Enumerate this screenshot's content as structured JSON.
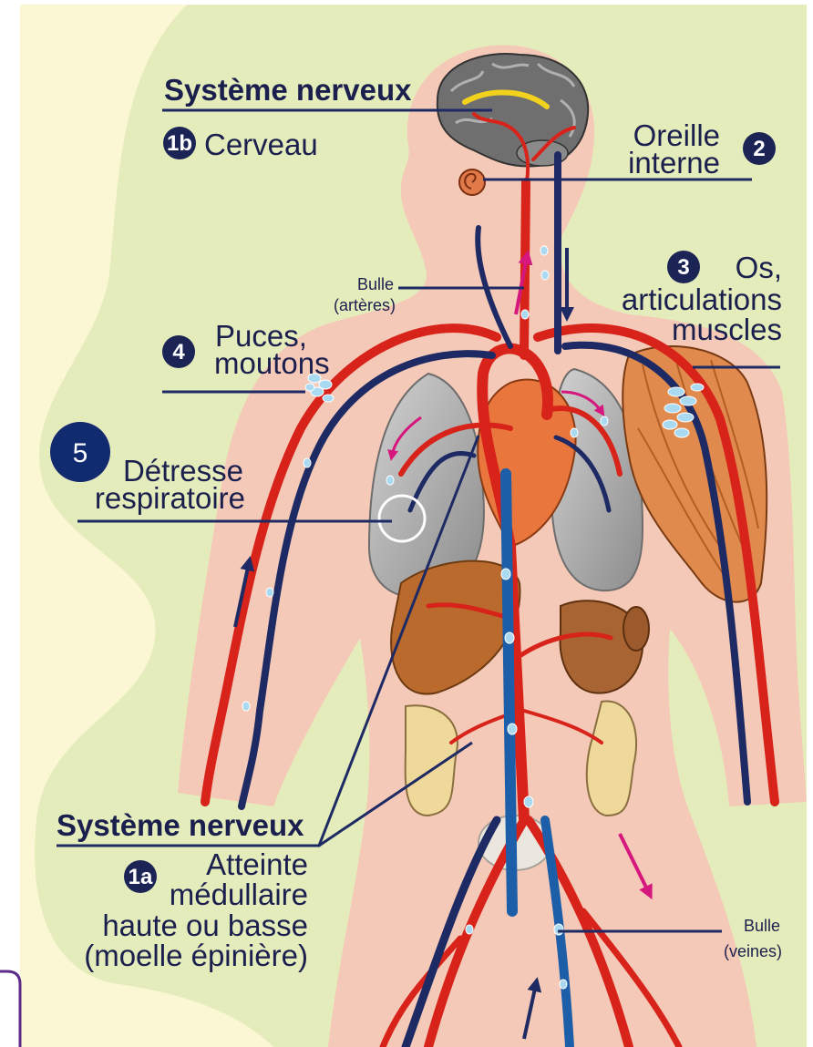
{
  "callouts": {
    "nervous_system_top": {
      "title": "Système nerveux"
    },
    "brain": {
      "badge": "1b",
      "text": "Cerveau"
    },
    "inner_ear": {
      "badge": "2",
      "lines": [
        "Oreille",
        "interne"
      ]
    },
    "bubble_arteries": {
      "lines": [
        "Bulle",
        "(artères)"
      ]
    },
    "bones_joints_muscles": {
      "badge": "3",
      "lines": [
        "Os,",
        "articulations",
        "muscles"
      ]
    },
    "fleas_sheep": {
      "badge": "4",
      "lines": [
        "Puces,",
        "moutons"
      ]
    },
    "respiratory_distress": {
      "badge": "5",
      "lines": [
        "Détresse",
        "respiratoire"
      ]
    },
    "nervous_system_bottom": {
      "title": "Système nerveux"
    },
    "spinal_cord": {
      "badge": "1a",
      "lines": [
        "Atteinte",
        "médullaire",
        "haute ou basse",
        "(moelle épinière)"
      ]
    },
    "bubble_veins": {
      "lines": [
        "Bulle",
        "(veines)"
      ]
    }
  },
  "colors": {
    "artery": "#d8231b",
    "vein_dark": "#1e2a63",
    "vein_blue": "#1d5ea8",
    "bubble": "#a9daf2",
    "body": "#f5c9b7",
    "background_green": "#e5ecbb",
    "background_cream": "#fbf6d3",
    "badge": "#1b2455",
    "badge_5": "#102b6f",
    "arrow_pink": "#d6177d",
    "accent_purple": "#5d2b8a",
    "label_text": "#1a1f4d"
  }
}
